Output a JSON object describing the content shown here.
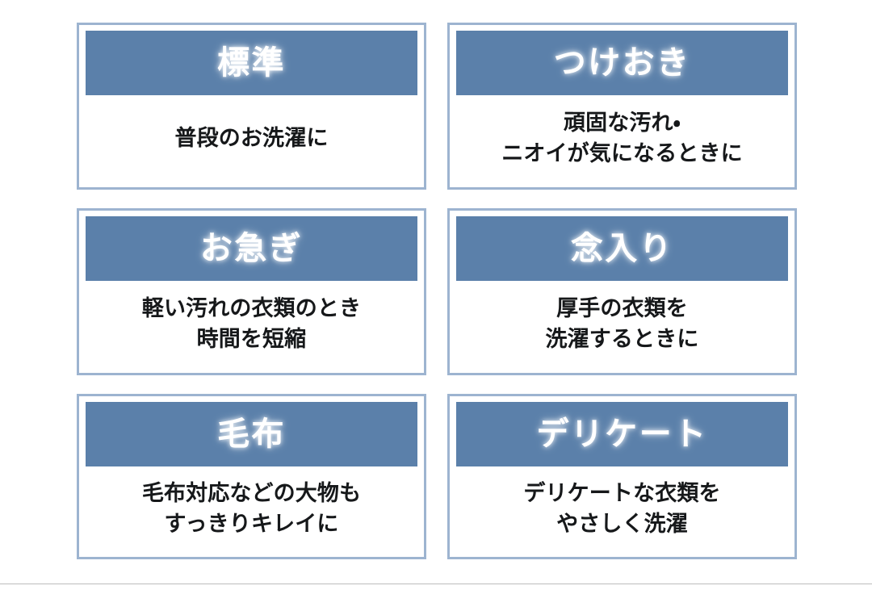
{
  "page": {
    "background_color": "#ffffff",
    "header_fill_color": "#5b80aa",
    "card_border_color": "#9db4d0",
    "body_text_color": "#16181a",
    "header_text_color": "#ffffff",
    "divider_color": "#bcbcbc"
  },
  "courses": [
    {
      "title": "標準",
      "description": "普段のお洗濯に"
    },
    {
      "title": "つけおき",
      "description": "頑固な汚れ・\nニオイが気になるときに"
    },
    {
      "title": "お急ぎ",
      "description": "軽い汚れの衣類のとき\n時間を短縮"
    },
    {
      "title": "念入り",
      "description": "厚手の衣類を\n洗濯するときに"
    },
    {
      "title": "毛布",
      "description": "毛布対応などの大物も\nすっきりキレイに"
    },
    {
      "title": "デリケート",
      "description": "デリケートな衣類を\nやさしく洗濯"
    }
  ]
}
